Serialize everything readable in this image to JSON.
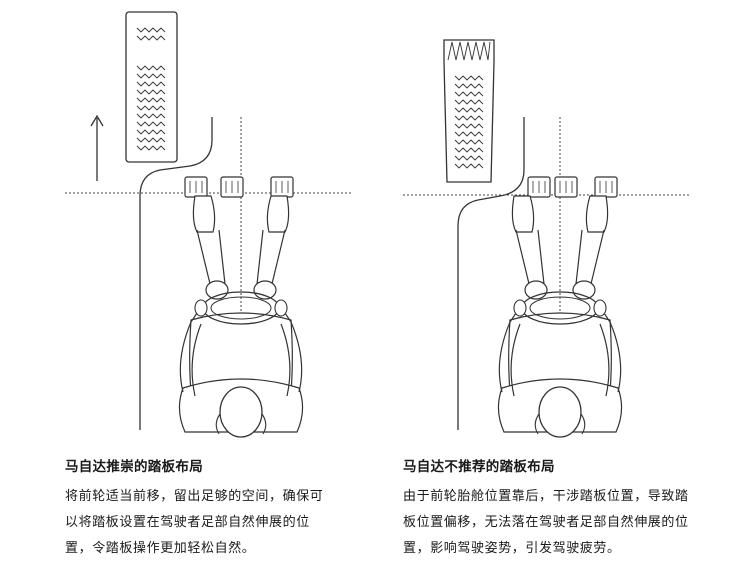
{
  "diagram": {
    "line_color": "#333333",
    "dash_color": "#444444",
    "background": "#ffffff"
  },
  "left_panel": {
    "title": "马自达推崇的踏板布局",
    "body": "将前轮适当前移，留出足够的空间，确保可以将踏板设置在驾驶者足部自然伸展的位置，令踏板操作更加轻松自然。",
    "icons": [
      "wheel-tread",
      "up-arrow",
      "pedals",
      "driver-top-view"
    ]
  },
  "right_panel": {
    "title": "马自达不推荐的踏板布局",
    "body": "由于前轮胎舱位置靠后，干涉踏板位置，导致踏板位置偏移，无法落在驾驶者足部自然伸展的位置，影响驾驶姿势，引发驾驶疲劳。",
    "icons": [
      "wheel-tread",
      "pedals",
      "driver-top-view"
    ]
  }
}
